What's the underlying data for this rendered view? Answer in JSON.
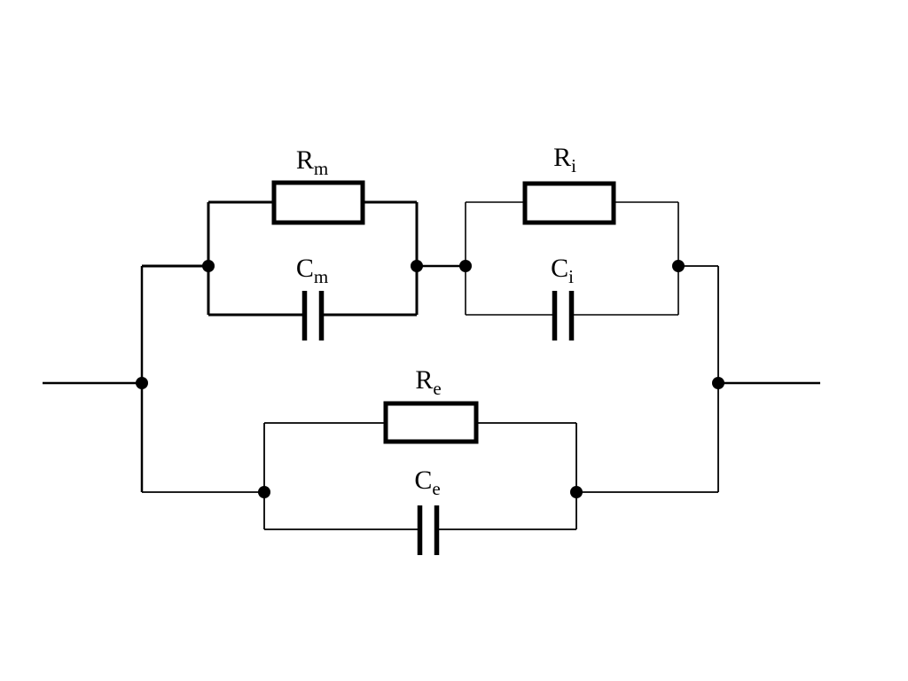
{
  "diagram": {
    "kind": "equivalent-circuit-schematic",
    "description": "Two parallel RC blocks (Rm with Cm, Ri with Ci) connected in series form the top branch; this branch is in parallel with a third RC block (Re with Ce) on the bottom branch, between a left and a right terminal lead.",
    "colors": {
      "line": "#000000",
      "background": "#ffffff",
      "resistor_fill": "#ffffff"
    },
    "components": [
      {
        "id": "Rm",
        "type": "resistor",
        "base": "R",
        "sub": "m"
      },
      {
        "id": "Cm",
        "type": "capacitor",
        "base": "C",
        "sub": "m"
      },
      {
        "id": "Ri",
        "type": "resistor",
        "base": "R",
        "sub": "i"
      },
      {
        "id": "Ci",
        "type": "capacitor",
        "base": "C",
        "sub": "i"
      },
      {
        "id": "Re",
        "type": "resistor",
        "base": "R",
        "sub": "e"
      },
      {
        "id": "Ce",
        "type": "capacitor",
        "base": "C",
        "sub": "e"
      }
    ],
    "topology": {
      "top_branch": [
        "Rm||Cm",
        "Ri||Ci"
      ],
      "bottom_branch": [
        "Re||Ce"
      ],
      "branches_relation": "parallel",
      "junction_dots": 8,
      "terminals": [
        "left",
        "right"
      ]
    }
  }
}
